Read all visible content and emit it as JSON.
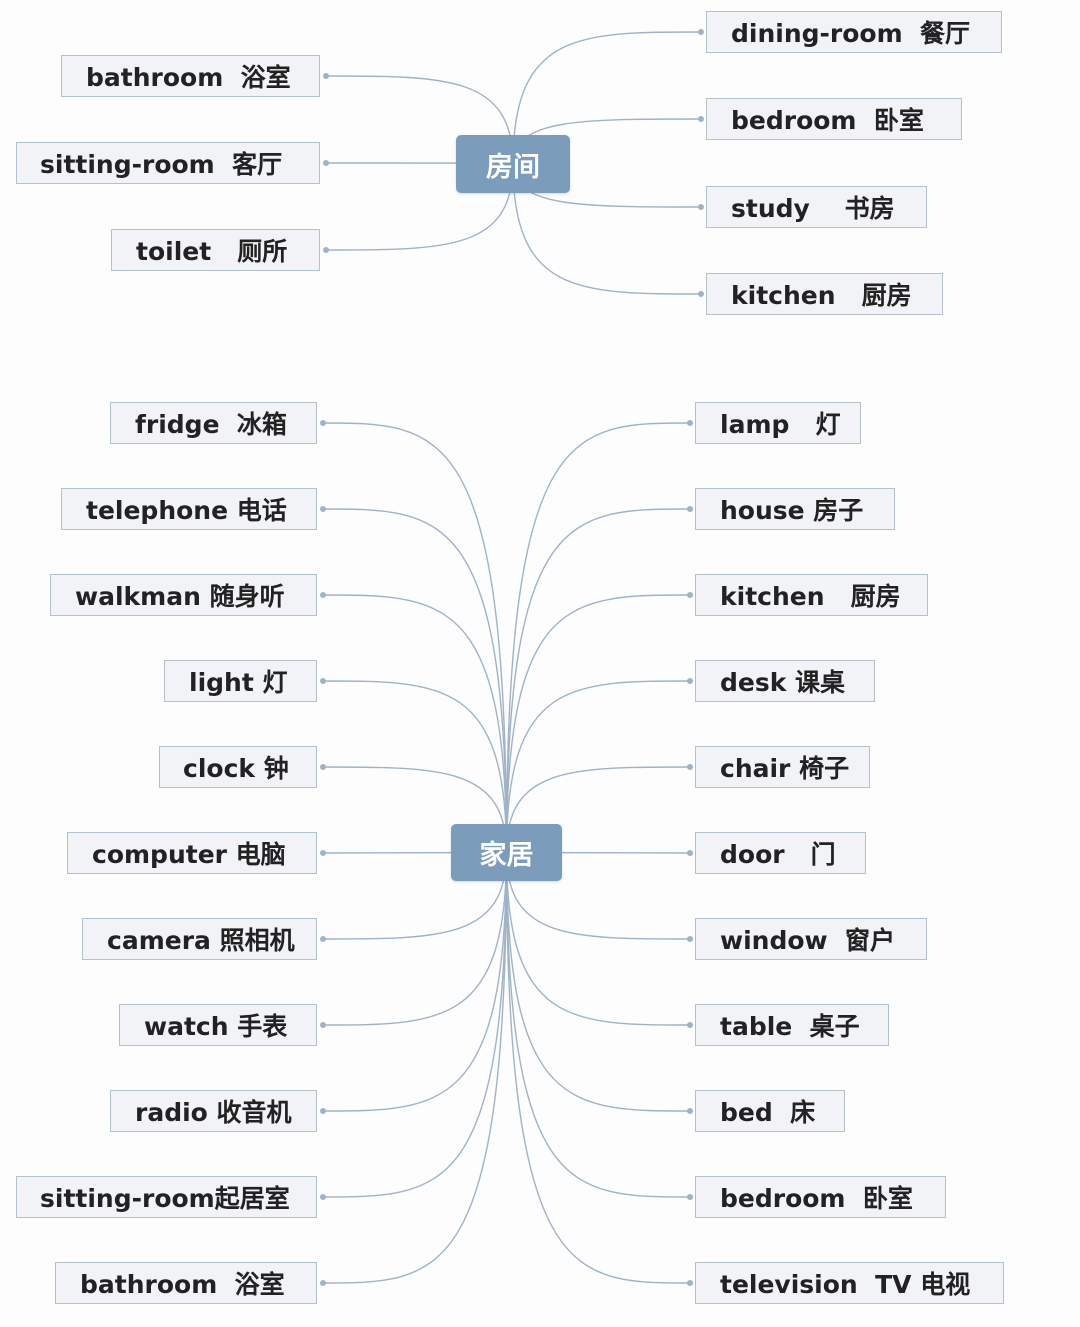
{
  "colors": {
    "root_fill": "#7b9cbb",
    "leaf_fill": "#f1f3f6",
    "leaf_border": "#b4c1ce",
    "link": "#9fb3c8"
  },
  "rooms": {
    "root": "房间",
    "left": [
      {
        "text": "bathroom  浴室"
      },
      {
        "text": "sitting-room  客厅"
      },
      {
        "text": "toilet   厕所"
      }
    ],
    "right": [
      {
        "text": "dining-room  餐厅"
      },
      {
        "text": "bedroom  卧室"
      },
      {
        "text": "study    书房"
      },
      {
        "text": "kitchen   厨房"
      }
    ]
  },
  "home": {
    "root": "家居",
    "left": [
      {
        "text": "fridge  冰箱"
      },
      {
        "text": "telephone 电话"
      },
      {
        "text": "walkman 随身听"
      },
      {
        "text": "light 灯"
      },
      {
        "text": "clock 钟"
      },
      {
        "text": "computer 电脑"
      },
      {
        "text": "camera 照相机"
      },
      {
        "text": "watch 手表"
      },
      {
        "text": "radio 收音机"
      },
      {
        "text": "sitting-room起居室"
      },
      {
        "text": "bathroom  浴室"
      }
    ],
    "right": [
      {
        "text": "lamp   灯"
      },
      {
        "text": "house 房子"
      },
      {
        "text": "kitchen   厨房"
      },
      {
        "text": "desk 课桌"
      },
      {
        "text": "chair 椅子"
      },
      {
        "text": "door   门"
      },
      {
        "text": "window  窗户"
      },
      {
        "text": "table  桌子"
      },
      {
        "text": "bed  床"
      },
      {
        "text": "bedroom  卧室"
      },
      {
        "text": "television  TV 电视"
      }
    ]
  }
}
